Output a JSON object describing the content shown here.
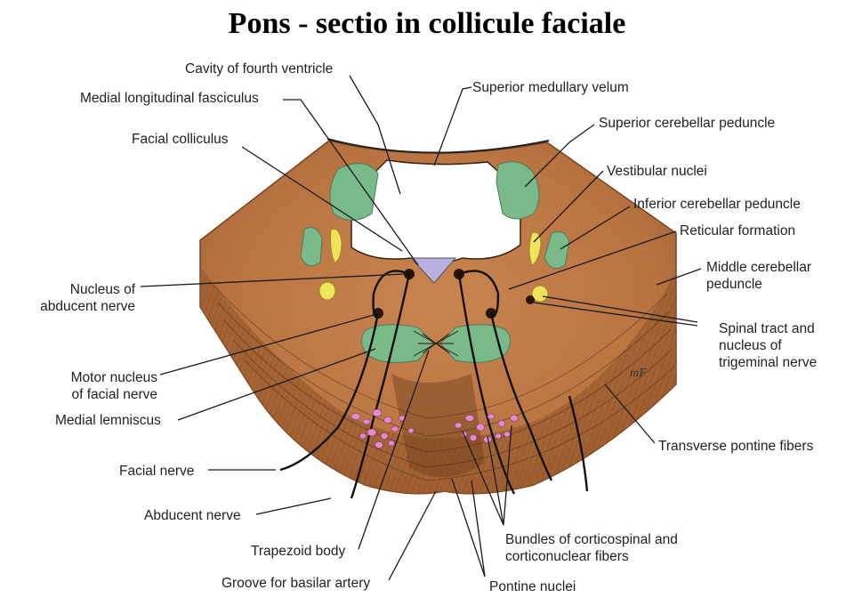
{
  "title": "Pons - sectio in collicule faciale",
  "signature": "mF",
  "colors": {
    "tissue": "#c07a45",
    "tissue_dark": "#8a5128",
    "nucleus_green": "#79b98a",
    "nucleus_yellow": "#f0e25a",
    "floor_purple": "#b7b0e0",
    "bundles_pink": "#e58ad0",
    "nucleus_black": "#2a1608"
  },
  "labels": {
    "cavity": "Cavity of fourth ventricle",
    "mlf": "Medial longitudinal fasciculus",
    "facial_colliculus": "Facial colliculus",
    "nucleus_abducent_1": "Nucleus of",
    "nucleus_abducent_2": "abducent nerve",
    "motor_facial_1": "Motor nucleus",
    "motor_facial_2": "of facial nerve",
    "medial_lemniscus": "Medial lemniscus",
    "facial_nerve": "Facial nerve",
    "abducent_nerve": "Abducent nerve",
    "trapezoid": "Trapezoid body",
    "groove": "Groove for basilar artery",
    "sup_velum": "Superior medullary velum",
    "sup_peduncle": "Superior cerebellar peduncle",
    "vestibular": "Vestibular nuclei",
    "inf_peduncle": "Inferior cerebellar peduncle",
    "reticular": "Reticular formation",
    "middle_peduncle_1": "Middle cerebellar",
    "middle_peduncle_2": "peduncle",
    "spinal_1": "Spinal tract and",
    "spinal_2": "nucleus of",
    "spinal_3": "trigeminal nerve",
    "transverse": "Transverse pontine fibers",
    "bundles_1": "Bundles of corticospinal and",
    "bundles_2": "corticonuclear fibers",
    "pontine_nuclei": "Pontine nuclei"
  }
}
